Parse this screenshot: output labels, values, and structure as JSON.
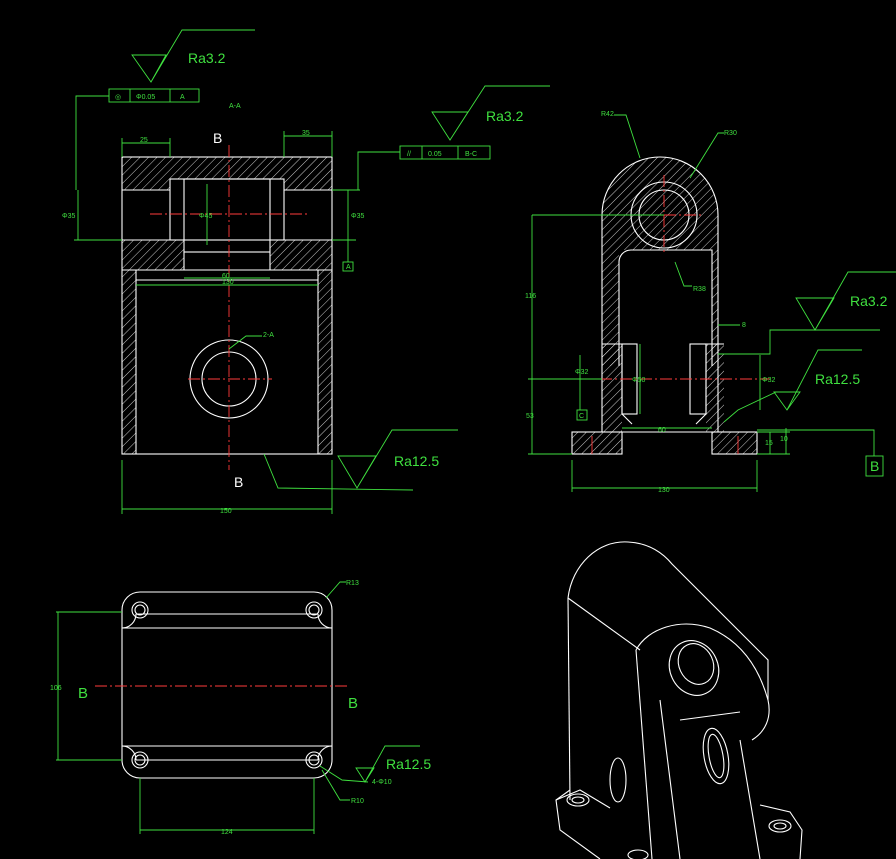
{
  "colors": {
    "background": "#000000",
    "dimension": "#3fe03f",
    "outline": "#ffffff",
    "centerline": "#ff3b3b"
  },
  "section_view": {
    "section_title": "A-A",
    "cut_label_top": "B",
    "cut_label_bottom": "B",
    "ra_top": "Ra3.2",
    "ra_right": "Ra3.2",
    "ra_bottom": "Ra12.5",
    "tol_frame_left": {
      "symbol": "◎",
      "value": "Φ0.05",
      "datum": "A"
    },
    "tol_frame_right": {
      "symbol": "//",
      "value": "0.05",
      "datum": "B-C"
    },
    "dims": {
      "d25": "25",
      "d35": "35",
      "phi35_left": "Φ35",
      "phi45": "Φ45",
      "phi35_right": "Φ35",
      "d60": "60",
      "d130": "130",
      "d150": "150",
      "datum_a": "A",
      "hole_note": "2-A"
    }
  },
  "side_view": {
    "r42": "R42",
    "r30": "R30",
    "r38": "R38",
    "d116": "116",
    "d8": "8",
    "phi32_left": "Φ32",
    "phi50": "Φ50",
    "phi32_right": "Φ32",
    "datum_c": "C",
    "d53": "53",
    "d60": "60",
    "d15": "15",
    "d10": "10",
    "d130": "130",
    "ra_a": "Ra3.2",
    "ra_b": "Ra12.5",
    "datum_b": "B"
  },
  "plan_view": {
    "r13": "R13",
    "d106": "106",
    "cut_label_left": "B",
    "cut_label_right": "B",
    "ra": "Ra12.5",
    "holes": "4-Φ10",
    "r10": "R10",
    "d124": "124"
  }
}
